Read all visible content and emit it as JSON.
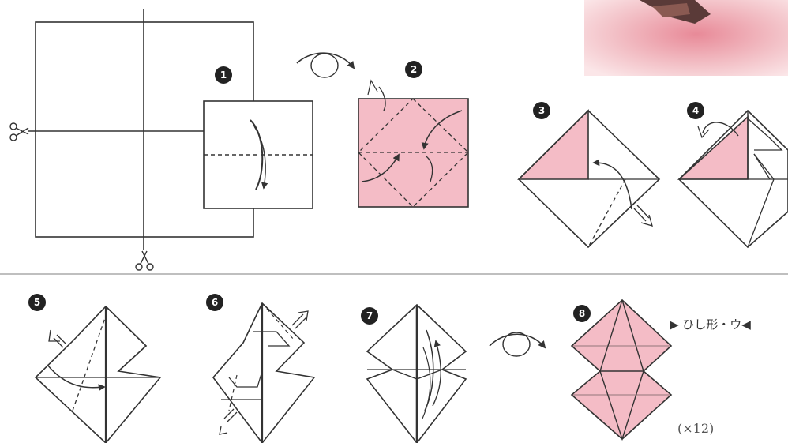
{
  "steps": [
    "1",
    "2",
    "3",
    "4",
    "5",
    "6",
    "7",
    "8"
  ],
  "result_label": "▶ ひし形・ウ◀",
  "count_label": "(×12)",
  "colors": {
    "paper_pink": "#f4bcc6",
    "line": "#333333",
    "badge": "#222222"
  },
  "icons": [
    "scissors-icon",
    "scissors-icon",
    "turn-over-icon",
    "turn-over-icon",
    "push-arrow-icon",
    "flower-photo"
  ]
}
